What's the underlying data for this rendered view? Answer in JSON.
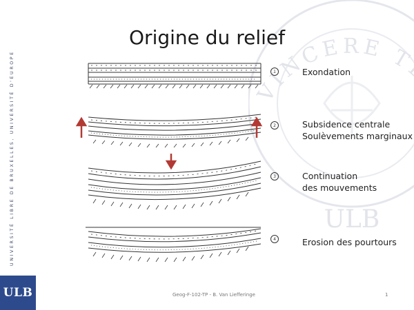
{
  "title": "Origine du relief",
  "sidebar_text": "UNIVERSITÉ LIBRE DE BRUXELLES, UNIVERSITÉ D'EUROPE",
  "logo": "ULB",
  "seal": {
    "motto": "VINCERE TENEBRAS",
    "letters": "ULB"
  },
  "steps": [
    {
      "num": "1",
      "lines": [
        "Exondation"
      ]
    },
    {
      "num": "2",
      "lines": [
        "Subsidence centrale",
        "Soulèvements marginaux"
      ]
    },
    {
      "num": "3",
      "lines": [
        "Continuation",
        "des mouvements"
      ]
    },
    {
      "num": "4",
      "lines": [
        "Erosion des pourtours"
      ]
    }
  ],
  "footer": "Geog-F-102-TP  - B. Van Liefferinge",
  "page_number": "1",
  "colors": {
    "arrow": "#b23a34",
    "logo_bg": "#2d4a8c",
    "seal": "#e4e6ec"
  }
}
